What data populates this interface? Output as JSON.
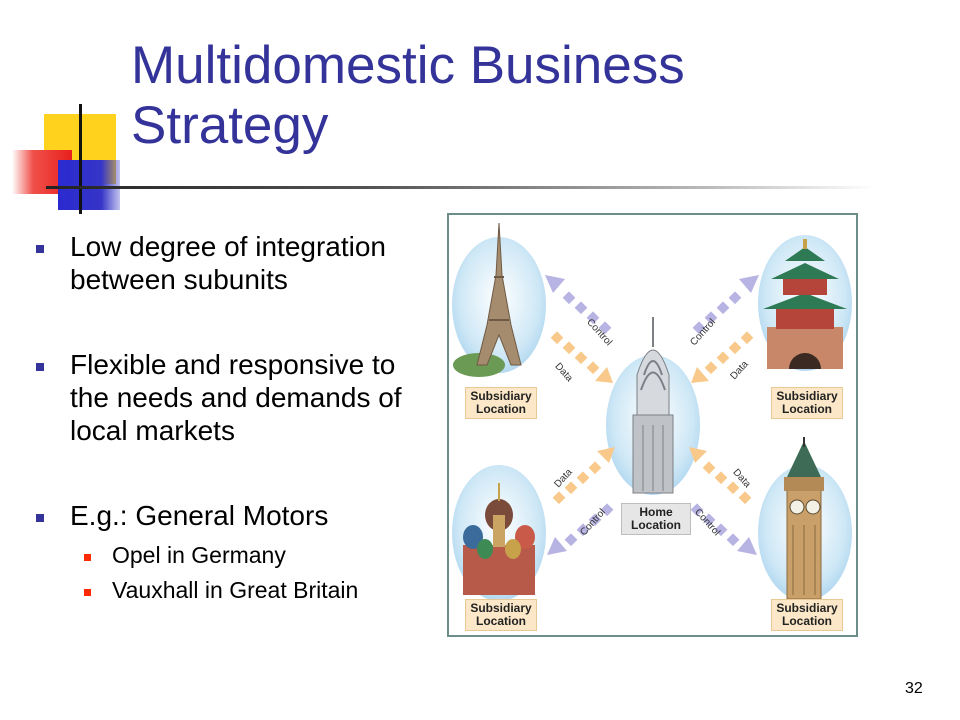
{
  "slide": {
    "title": "Multidomestic Business Strategy",
    "page_number": "32"
  },
  "bullets": [
    {
      "text": "Low degree of integration between subunits"
    },
    {
      "text": "Flexible and responsive to the needs and demands of local markets"
    },
    {
      "text": "E.g.: General Motors",
      "sub": [
        "Opel in Germany",
        "Vauxhall in Great Britain"
      ]
    }
  ],
  "diagram": {
    "center_label": "Home Location",
    "subsidiary_label": "Subsidiary Location",
    "arrow_labels": {
      "control": "Control",
      "data": "Data"
    }
  },
  "colors": {
    "title": "#333399",
    "bullet": "#333399",
    "sub_bullet": "#ff2a00",
    "control_arrow": "#b7b3e3",
    "data_arrow": "#f8c98a"
  }
}
